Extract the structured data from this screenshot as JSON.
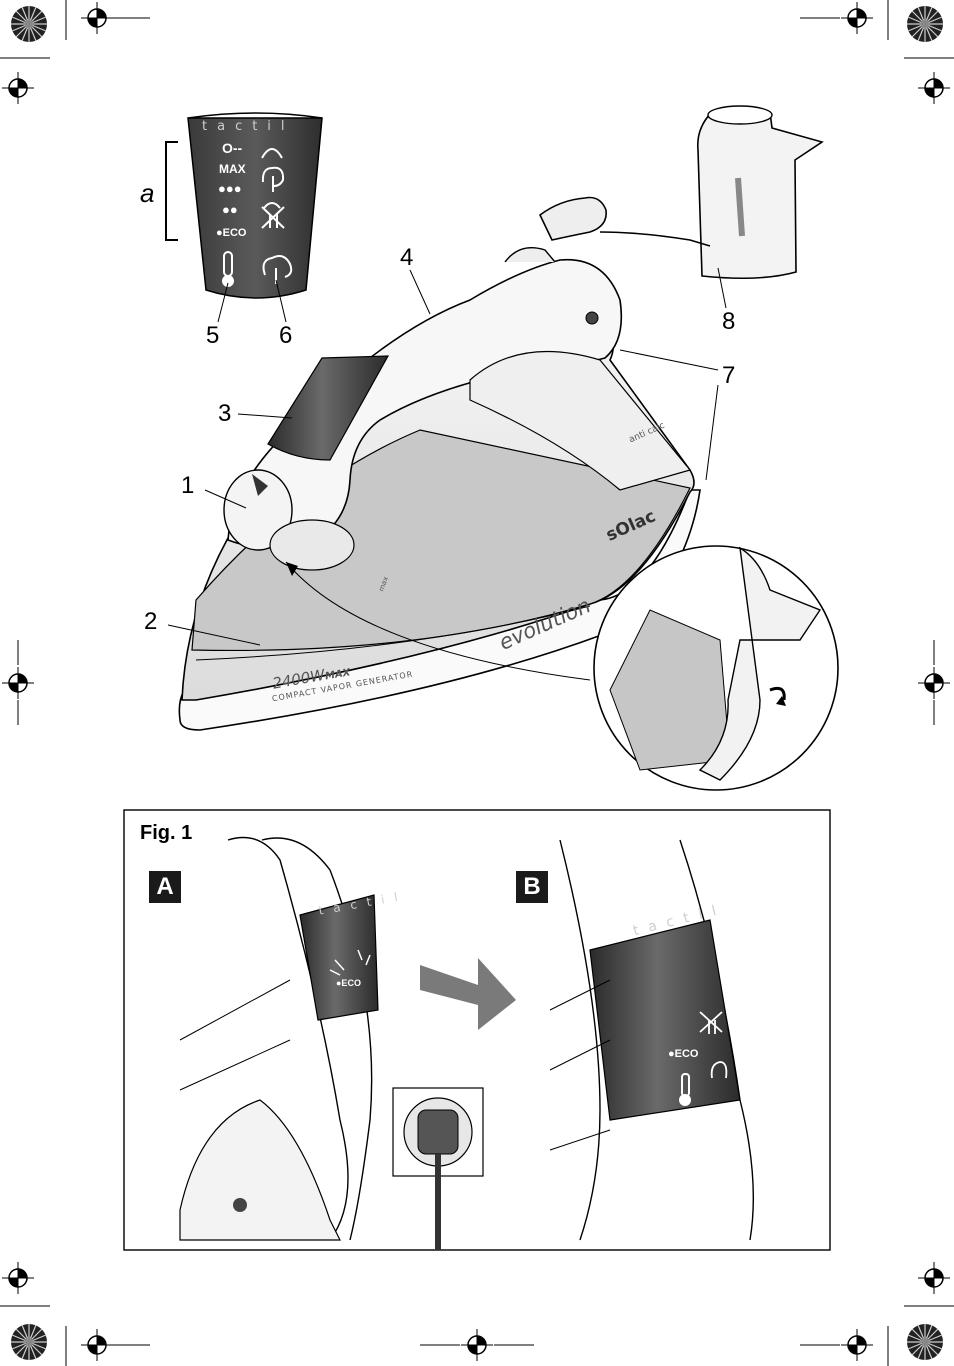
{
  "diagram": {
    "bracket_label": "a",
    "callouts": [
      {
        "id": "1",
        "text": "1"
      },
      {
        "id": "2",
        "text": "2"
      },
      {
        "id": "3",
        "text": "3"
      },
      {
        "id": "4",
        "text": "4"
      },
      {
        "id": "5",
        "text": "5"
      },
      {
        "id": "6",
        "text": "6"
      },
      {
        "id": "7",
        "text": "7"
      },
      {
        "id": "8",
        "text": "8"
      }
    ],
    "panel": {
      "brand_text": "tactil",
      "max_label": "MAX",
      "dots_3": "●●●",
      "dots_2": "●●",
      "eco_label": "●ECO",
      "key_glyph": "O‑‑"
    },
    "iron": {
      "brand": "sOlac",
      "model": "evolution",
      "power": "2400W",
      "power_suffix": "MAX",
      "subtitle": "COMPACT VAPOR GENERATOR",
      "anticalc": "anti calc",
      "max_mark": "max"
    }
  },
  "figure": {
    "title": "Fig. 1",
    "panel_a_label": "A",
    "panel_b_label": "B",
    "eco_label_a": "●ECO",
    "eco_label_b": "●ECO",
    "tactil_a": "tactil",
    "tactil_b": "tactil"
  },
  "icons": [
    "registration-mark-icon",
    "color-wheel-icon",
    "key-icon",
    "steam-cloud-icon",
    "anti-calc-icon",
    "thermometer-icon",
    "steam-burst-icon",
    "arrow-right-icon",
    "power-plug-icon"
  ]
}
